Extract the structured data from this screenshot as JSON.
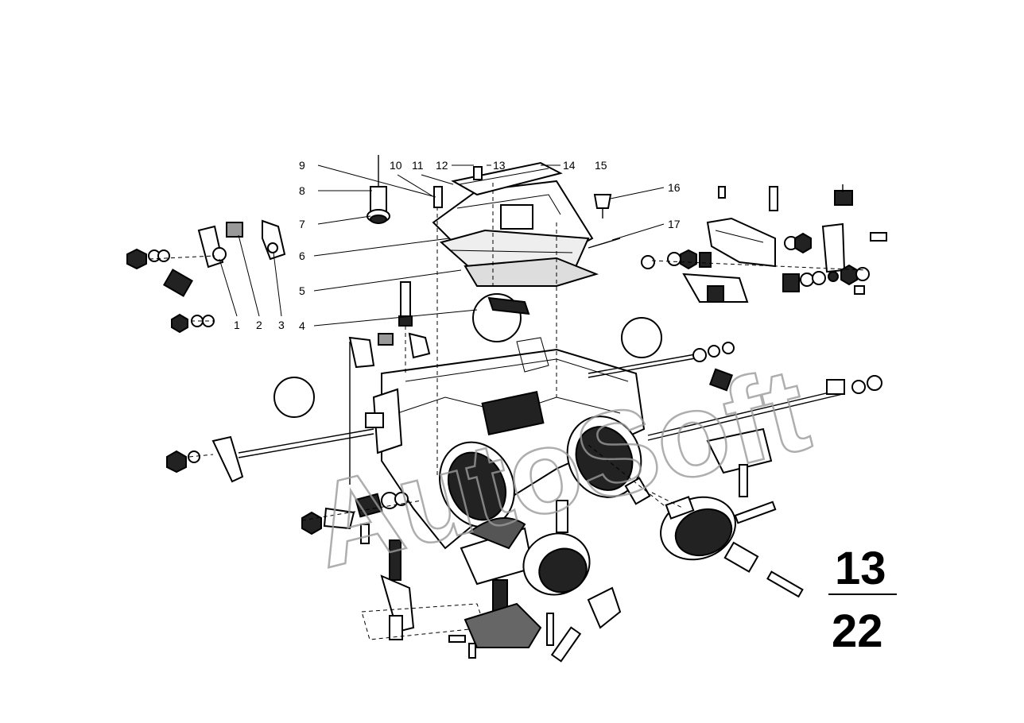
{
  "callouts": [
    "1",
    "2",
    "3",
    "4",
    "5",
    "6",
    "7",
    "8",
    "9",
    "10",
    "11",
    "12",
    "13",
    "14",
    "15",
    "16",
    "17"
  ],
  "page_ref": {
    "group": "13",
    "sheet": "22"
  },
  "watermark": "AutoSoft",
  "colors": {
    "ink": "#000000",
    "paper": "#ffffff",
    "watermark": "#9a9a9a"
  }
}
